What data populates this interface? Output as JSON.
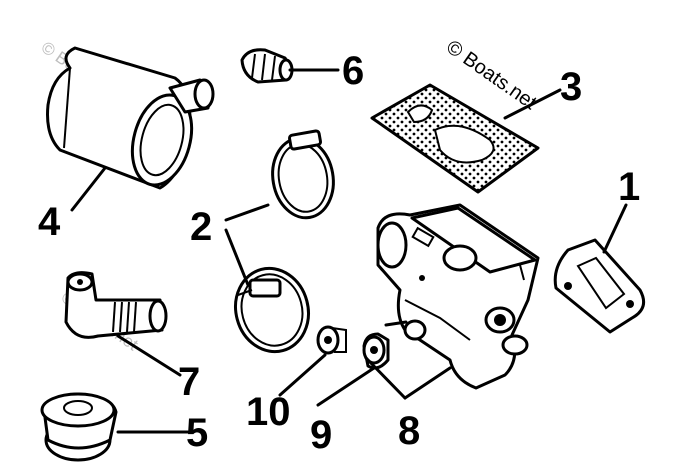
{
  "watermark": {
    "main": "© Boats.net",
    "faint": "© Boats.net"
  },
  "callouts": [
    "1",
    "2",
    "3",
    "4",
    "5",
    "6",
    "7",
    "8",
    "9",
    "10"
  ],
  "parts": {
    "p1": "gasket-right",
    "p2": "hose-clamps",
    "p3": "gasket-perforated",
    "p4": "thermostat-cover-tube",
    "p5": "grommet",
    "p6": "small-clamp",
    "p7": "elbow-fitting",
    "p8": "thermostat-housing",
    "p9": "plug",
    "p10": "small-plug"
  }
}
